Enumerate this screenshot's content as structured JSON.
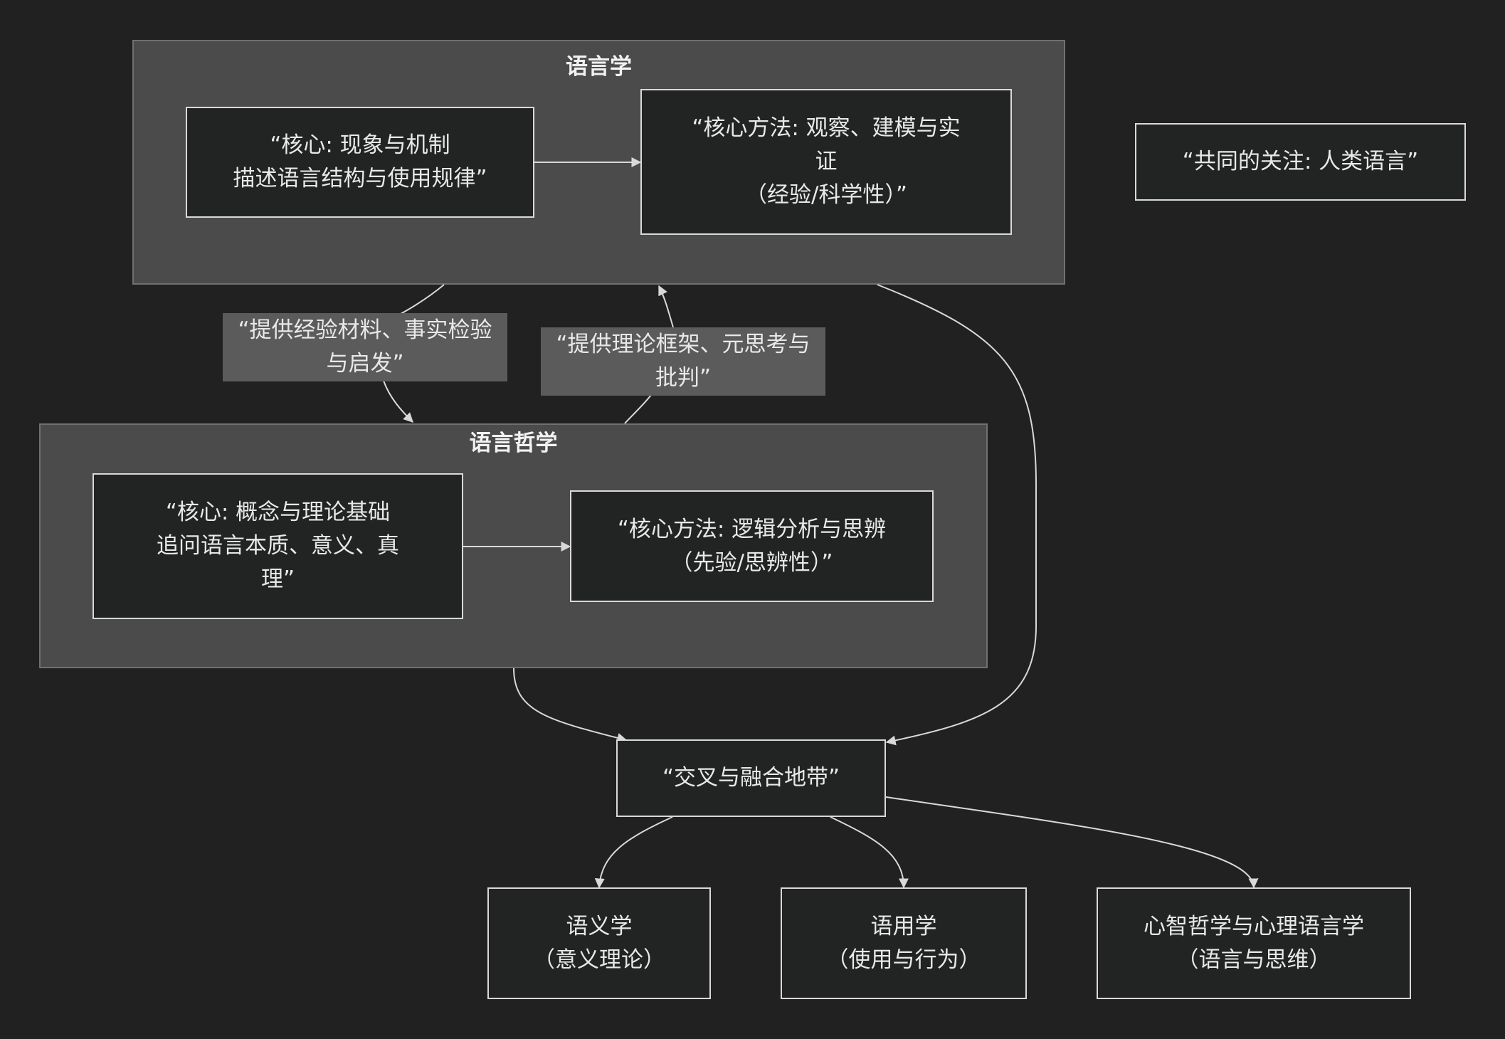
{
  "groups": {
    "linguistics": {
      "title": "语言学"
    },
    "philosophy": {
      "title": "语言哲学"
    }
  },
  "nodes": {
    "ling_core": "“核心: 现象与机制\n描述语言结构与使用规律”",
    "ling_method": "“核心方法: 观察、建模与实\n证\n（经验/科学性）”",
    "common_concern": "“共同的关注: 人类语言”",
    "phil_core": "“核心: 概念与理论基础\n追问语言本质、意义、真\n理”",
    "phil_method": "“核心方法: 逻辑分析与思辨\n（先验/思辨性）”",
    "intersection": "“交叉与融合地带”",
    "semantics": "语义学\n（意义理论）",
    "pragmatics": "语用学\n（使用与行为）",
    "mind": "心智哲学与心理语言学\n（语言与思维）"
  },
  "edge_labels": {
    "ling_to_phil": "“提供经验材料、事实检验\n与启发”",
    "phil_to_ling": "“提供理论框架、元思考与\n批判”"
  },
  "colors": {
    "background": "#212121",
    "group_fill": "#4a4b4a",
    "node_fill": "#222323",
    "edge": "#d9d9d9",
    "edge_label_fill": "#5b5b5b"
  }
}
